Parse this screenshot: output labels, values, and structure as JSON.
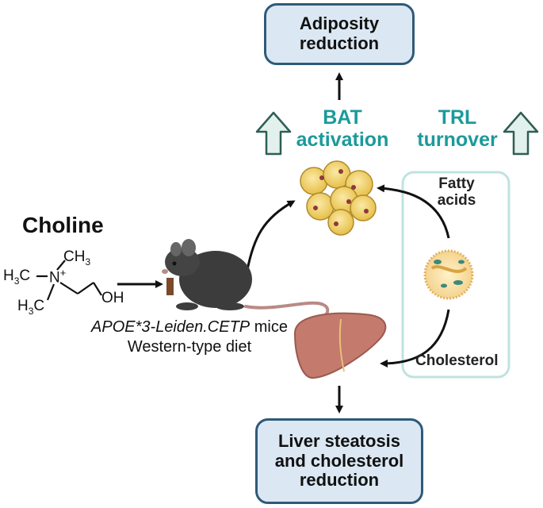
{
  "boxes": {
    "top_line1": "Adiposity",
    "top_line2": "reduction",
    "bottom_line1": "Liver steatosis",
    "bottom_line2": "and cholesterol",
    "bottom_line3": "reduction"
  },
  "effects": {
    "bat_line1": "BAT",
    "bat_line2": "activation",
    "trl_line1": "TRL",
    "trl_line2": "turnover"
  },
  "labels": {
    "fatty1": "Fatty",
    "fatty2": "acids",
    "cholesterol": "Cholesterol",
    "choline": "Choline"
  },
  "molecule": {
    "ch3_top": "CH",
    "ch3_left": "H",
    "ch3_bottom": "H",
    "sub3": "3",
    "c_letter": "C",
    "nitrogen": "N",
    "charge": "+",
    "oh": "OH"
  },
  "caption": {
    "strain": "APOE*3-Leiden.CETP",
    "strain_suffix": " mice",
    "diet": "Western-type diet"
  },
  "colors": {
    "box_border": "#2f5a78",
    "box_fill": "#dbe8f3",
    "teal": "#1b9a9a",
    "up_arrow_fill": "#e3f1ec",
    "up_arrow_stroke": "#2e5e54",
    "fat_cell": "#f2d36b",
    "liver": "#c47a6c",
    "mouse": "#3c3c3c"
  },
  "icons": [
    "up-arrow-icon",
    "brown-fat-cells-icon",
    "lipoprotein-icon",
    "mouse-icon",
    "liver-icon"
  ]
}
